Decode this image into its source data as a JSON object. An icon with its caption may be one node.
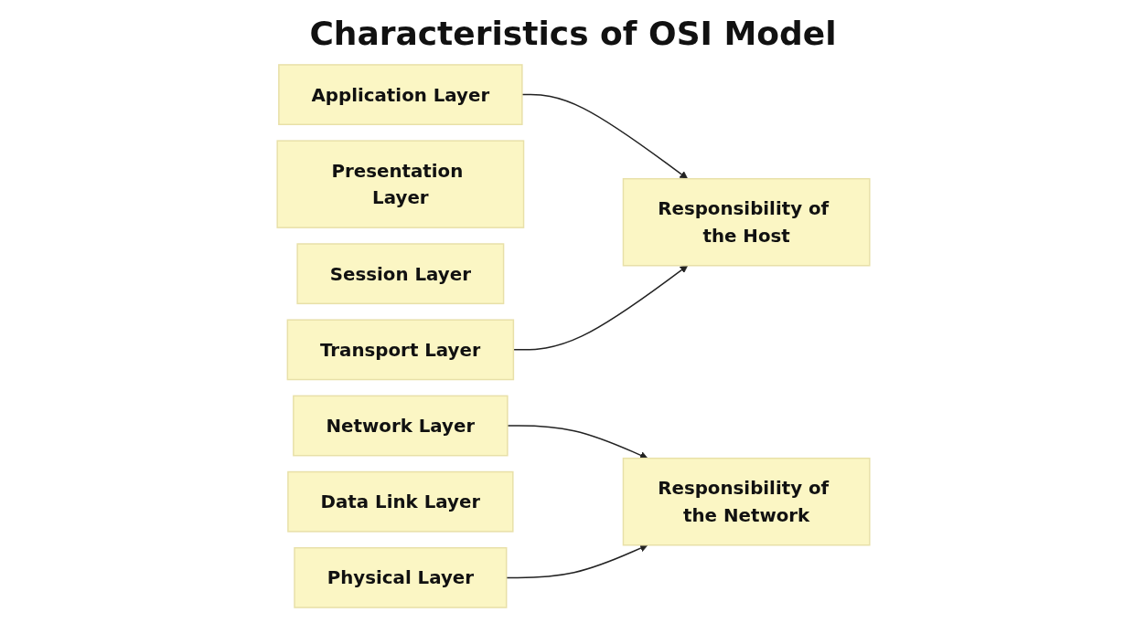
{
  "diagram": {
    "title": "Characteristics of OSI Model",
    "nodes": [
      {
        "text": [
          "Application Layer"
        ]
      },
      {
        "text": [
          "Presentation Layer"
        ]
      },
      {
        "text": [
          "Session Layer"
        ]
      },
      {
        "text": [
          "Transport Layer"
        ]
      },
      {
        "text": [
          "Network Layer"
        ]
      },
      {
        "text": [
          "Data Link Layer"
        ]
      },
      {
        "text": [
          "Physical Layer"
        ]
      },
      {
        "text": [
          "Responsibility of the Host"
        ]
      },
      {
        "text": [
          "Responsibility of the Network"
        ]
      }
    ],
    "edges": [
      {
        "from": 0,
        "to": 7,
        "arrow": "to"
      },
      {
        "from": 3,
        "to": 7,
        "arrow": "to"
      },
      {
        "from": 4,
        "to": 8,
        "arrow": "to"
      },
      {
        "from": 6,
        "to": 8,
        "arrow": "to"
      }
    ]
  }
}
